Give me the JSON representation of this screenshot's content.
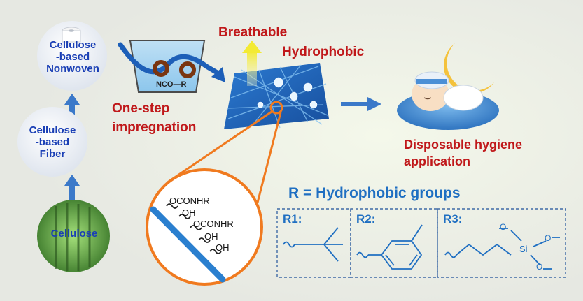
{
  "stages": {
    "nonwoven": [
      "Cellulose",
      "-based",
      "Nonwoven"
    ],
    "fiber": [
      "Cellulose",
      "-based",
      "Fiber"
    ],
    "cellulose": "Cellulose"
  },
  "process": {
    "bath_label": "NCO—R",
    "method_line1": "One-step",
    "method_line2": "impregnation"
  },
  "properties": {
    "breathable": "Breathable",
    "hydrophobic": "Hydrophobic"
  },
  "application": {
    "line1": "Disposable hygiene",
    "line2": "application"
  },
  "zoom_groups": [
    "OCONHR",
    "OH",
    "OCONHR",
    "OH",
    "OH"
  ],
  "r_definition": "R = Hydrophobic groups",
  "r_boxes": [
    {
      "label": "R1:",
      "substituent": ""
    },
    {
      "label": "R2:",
      "substituent": ""
    },
    {
      "label": "R3:",
      "substituent": "Si"
    }
  ],
  "r3_oxygens": [
    "O",
    "O",
    "O"
  ],
  "colors": {
    "blue": "#1a3fb5",
    "red": "#c0181a",
    "orange": "#f07a1f",
    "arrow_blue": "#3b79c9",
    "r_text": "#1f6fc2"
  }
}
